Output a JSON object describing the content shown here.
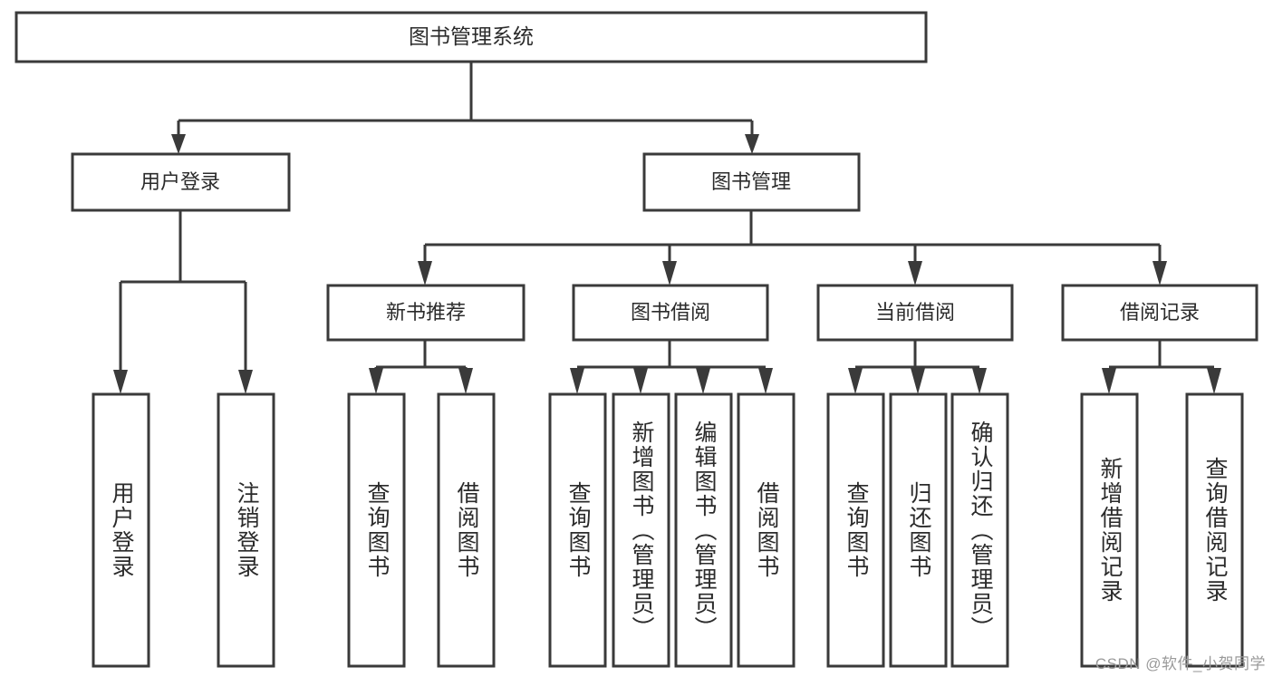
{
  "diagram": {
    "type": "tree-hierarchy",
    "title": "图书管理系统",
    "root": {
      "label": "图书管理系统",
      "children": [
        {
          "label": "用户登录",
          "children": [
            {
              "label": "用户登录"
            },
            {
              "label": "注销登录"
            }
          ]
        },
        {
          "label": "图书管理",
          "children": [
            {
              "label": "新书推荐",
              "children": [
                {
                  "label": "查询图书"
                },
                {
                  "label": "借阅图书"
                }
              ]
            },
            {
              "label": "图书借阅",
              "children": [
                {
                  "label": "查询图书"
                },
                {
                  "label": "新增图书（管理员）"
                },
                {
                  "label": "编辑图书（管理员）"
                },
                {
                  "label": "借阅图书"
                }
              ]
            },
            {
              "label": "当前借阅",
              "children": [
                {
                  "label": "查询图书"
                },
                {
                  "label": "归还图书"
                },
                {
                  "label": "确认归还（管理员）"
                }
              ]
            },
            {
              "label": "借阅记录",
              "children": [
                {
                  "label": "新增借阅记录"
                },
                {
                  "label": "查询借阅记录"
                }
              ]
            }
          ]
        }
      ]
    },
    "nodes": {
      "root": {
        "id": "root",
        "label": "图书管理系统"
      },
      "l2_user_login": {
        "id": "l2_user_login",
        "label": "用户登录"
      },
      "l2_book_mgmt": {
        "id": "l2_book_mgmt",
        "label": "图书管理"
      },
      "l3_new_book": {
        "id": "l3_new_book",
        "label": "新书推荐"
      },
      "l3_borrow": {
        "id": "l3_borrow",
        "label": "图书借阅"
      },
      "l3_current": {
        "id": "l3_current",
        "label": "当前借阅"
      },
      "l3_record": {
        "id": "l3_record",
        "label": "借阅记录"
      },
      "leaf_user_login": {
        "id": "leaf_user_login",
        "label": "用户登录"
      },
      "leaf_logout": {
        "id": "leaf_logout",
        "label": "注销登录"
      },
      "leaf_nb_query": {
        "id": "leaf_nb_query",
        "label": "查询图书"
      },
      "leaf_nb_borrow": {
        "id": "leaf_nb_borrow",
        "label": "借阅图书"
      },
      "leaf_bb_query": {
        "id": "leaf_bb_query",
        "label": "查询图书"
      },
      "leaf_bb_add": {
        "id": "leaf_bb_add",
        "label": "新增图书（管理员）"
      },
      "leaf_bb_edit": {
        "id": "leaf_bb_edit",
        "label": "编辑图书（管理员）"
      },
      "leaf_bb_borrow": {
        "id": "leaf_bb_borrow",
        "label": "借阅图书"
      },
      "leaf_cb_query": {
        "id": "leaf_cb_query",
        "label": "查询图书"
      },
      "leaf_cb_return": {
        "id": "leaf_cb_return",
        "label": "归还图书"
      },
      "leaf_cb_confirm": {
        "id": "leaf_cb_confirm",
        "label": "确认归还（管理员）"
      },
      "leaf_rec_add": {
        "id": "leaf_rec_add",
        "label": "新增借阅记录"
      },
      "leaf_rec_query": {
        "id": "leaf_rec_query",
        "label": "查询借阅记录"
      }
    }
  },
  "watermark": {
    "text": "CSDN @软件_小贺同学"
  },
  "colors": {
    "background": "#ffffff",
    "box_fill": "#ffffff",
    "box_stroke": "#3a3a3a",
    "text": "#2b2b2b",
    "watermark": "#9a9a9a"
  }
}
